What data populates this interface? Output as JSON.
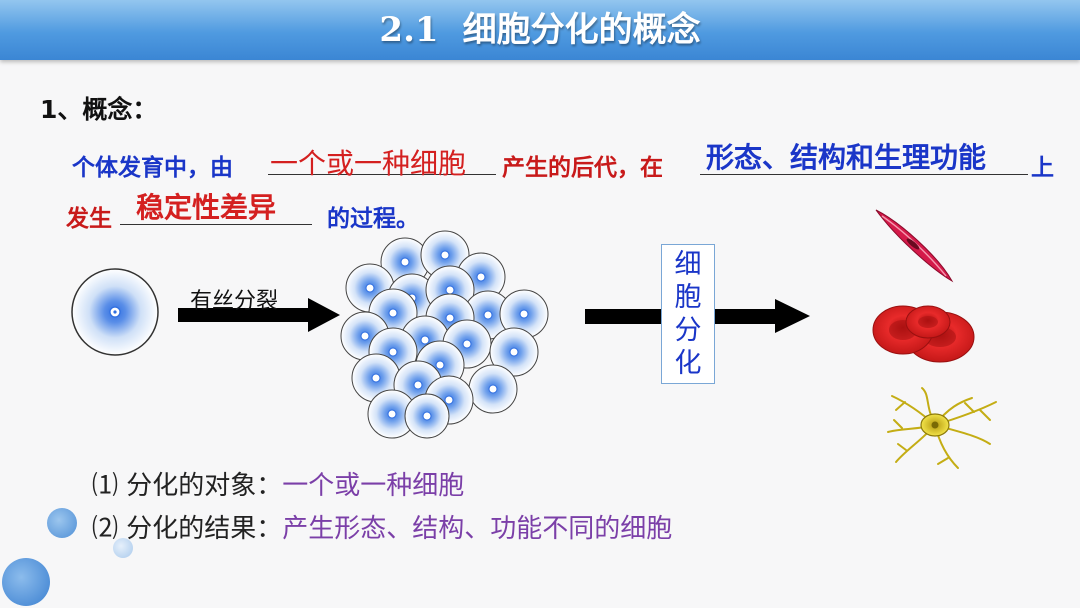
{
  "title": {
    "number": "2.1",
    "text": "细胞分化的概念"
  },
  "heading": "1、概念：",
  "definition": {
    "line1_prefix": "个体发育中，由",
    "blank1_answer": "一个或一种细胞",
    "line1_mid": "产生的后代，在",
    "blank2_answer": "形态、结构和生理功能",
    "line1_suffix": "上",
    "line2_prefix": "发生",
    "blank3_answer": "稳定性差异",
    "line2_suffix": "的过程。"
  },
  "diagram": {
    "mitosis_label": "有丝分裂",
    "differentiation_label": [
      "细",
      "胞",
      "分",
      "化"
    ]
  },
  "points": [
    {
      "label": "⑴ 分化的对象：",
      "value": "一个或一种细胞"
    },
    {
      "label": "⑵ 分化的结果：",
      "value": "产生形态、结构、功能不同的细胞"
    }
  ],
  "colors": {
    "title_bar": "#4f9ae0",
    "blue_text": "#1a36c8",
    "red_text": "#c81a1a",
    "purple_text": "#7b3fa8"
  }
}
